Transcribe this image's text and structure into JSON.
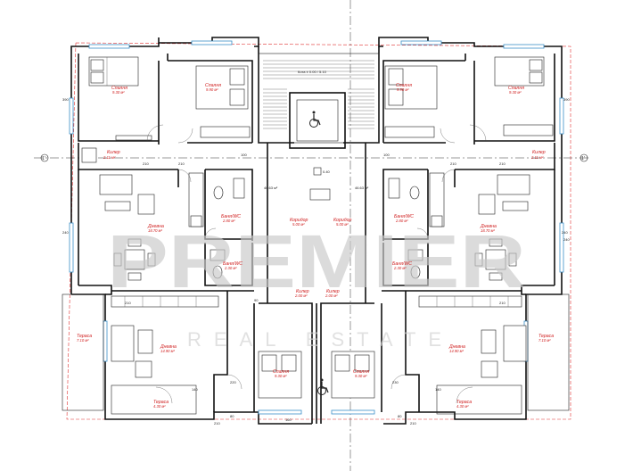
{
  "watermark": {
    "brand": "PREMIER",
    "sub": "REAL ESTATE"
  },
  "rooms": [
    {
      "id": "spalnia-tl",
      "name": "Спалня",
      "area": "9.30 м²"
    },
    {
      "id": "spalnia-tc",
      "name": "Спалня",
      "area": "9.90 м²"
    },
    {
      "id": "spalnia-tcr",
      "name": "Спалня",
      "area": "9.90 м²"
    },
    {
      "id": "spalnia-tr",
      "name": "Спалня",
      "area": "9.30 м²"
    },
    {
      "id": "kiler-l",
      "name": "Килер",
      "area": "2.11 м²"
    },
    {
      "id": "kiler-r",
      "name": "Килер",
      "area": "2.11 м²"
    },
    {
      "id": "dnevna-ml",
      "name": "Дневна",
      "area": "18.70 м²"
    },
    {
      "id": "dnevna-mr",
      "name": "Дневна",
      "area": "18.70 м²"
    },
    {
      "id": "banya-l1",
      "name": "Баня/WC",
      "area": "2.80 м²"
    },
    {
      "id": "banya-r1",
      "name": "Баня/WC",
      "area": "2.80 м²"
    },
    {
      "id": "banya-l2",
      "name": "Баня/WC",
      "area": "2.30 м²"
    },
    {
      "id": "banya-r2",
      "name": "Баня/WC",
      "area": "2.30 м²"
    },
    {
      "id": "koridor-l",
      "name": "Коридор",
      "area": "5.00 м²"
    },
    {
      "id": "koridor-r",
      "name": "Коридор",
      "area": "5.00 м²"
    },
    {
      "id": "kiler-cl",
      "name": "Килер",
      "area": "2.00 м²"
    },
    {
      "id": "kiler-cr",
      "name": "Килер",
      "area": "2.00 м²"
    },
    {
      "id": "tarasa-l",
      "name": "Тераса",
      "area": "7.10 м²"
    },
    {
      "id": "tarasa-r",
      "name": "Тераса",
      "area": "7.10 м²"
    },
    {
      "id": "dnevna-bl",
      "name": "Дневна",
      "area": "14.90 м²"
    },
    {
      "id": "dnevna-br",
      "name": "Дневна",
      "area": "14.90 м²"
    },
    {
      "id": "spalnia-bl",
      "name": "Спалня",
      "area": "9.30 м²"
    },
    {
      "id": "spalnia-br",
      "name": "Спалня",
      "area": "9.30 м²"
    },
    {
      "id": "tarasa-bl",
      "name": "Тераса",
      "area": "4.30 м²"
    },
    {
      "id": "tarasa-br",
      "name": "Тераса",
      "area": "4.30 м²"
    }
  ],
  "labels": {
    "apt_area_l": "46.63 м²",
    "apt_area_r": "46.63 м²",
    "stair_note": "Кота ± 0.00 / 5.10",
    "elev": "0.40",
    "axis_mark": "1'"
  },
  "dimensions": [
    "390",
    "210",
    "100",
    "210",
    "240",
    "210",
    "240",
    "100",
    "210",
    "390",
    "210",
    "240",
    "210",
    "90",
    "160",
    "220",
    "230",
    "140",
    "80",
    "210",
    "210",
    "80",
    "140"
  ]
}
